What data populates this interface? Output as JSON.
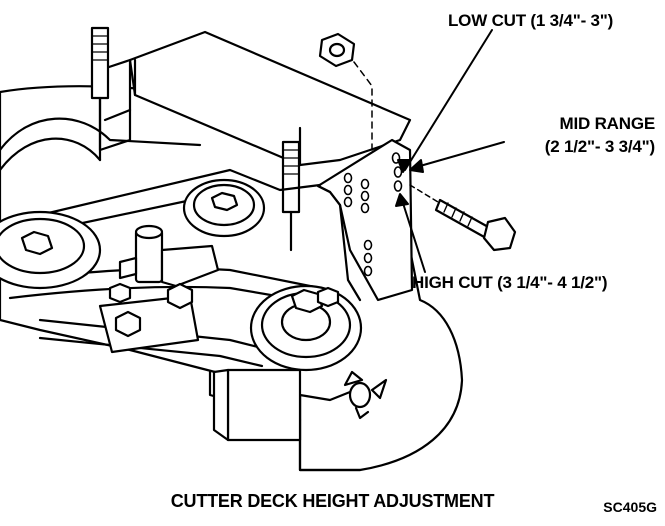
{
  "figure": {
    "caption": "CUTTER DECK HEIGHT ADJUSTMENT",
    "figure_code": "SC405G"
  },
  "callouts": {
    "low_cut": "LOW CUT (1 3/4\"- 3\")",
    "mid_range_line1": "MID RANGE",
    "mid_range_line2": "(2 1/2\"- 3 3/4\")",
    "high_cut": "HIGH CUT (3 1/4\"- 4 1/2\")"
  },
  "colors": {
    "line": "#000000",
    "fill": "#ffffff",
    "shade": "#d9d9d9"
  }
}
